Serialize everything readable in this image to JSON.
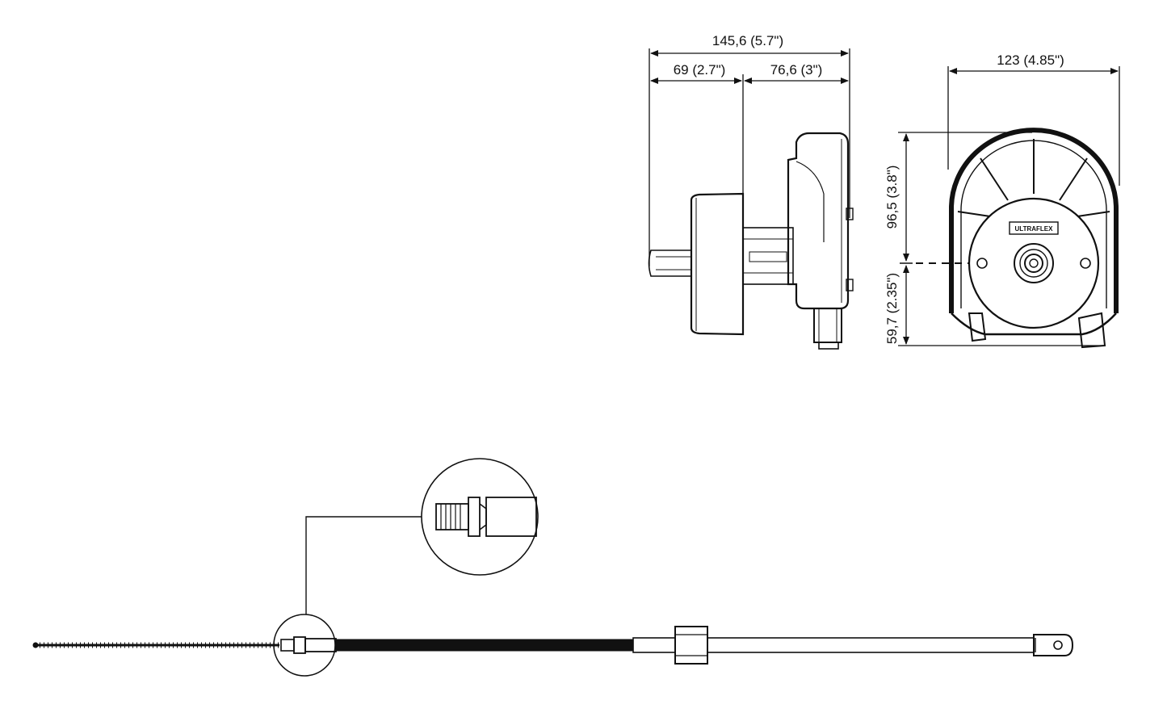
{
  "side_view": {
    "overall_width": "145,6 (5.7\")",
    "left_width": "69 (2.7\")",
    "right_width": "76,6 (3\")"
  },
  "front_view": {
    "width": "123 (4.85\")",
    "upper_height": "96,5 (3.8\")",
    "lower_height": "59,7 (2.35\")",
    "brand_label": "ULTRAFLEX"
  },
  "colors": {
    "line": "#111111",
    "background": "#ffffff"
  }
}
